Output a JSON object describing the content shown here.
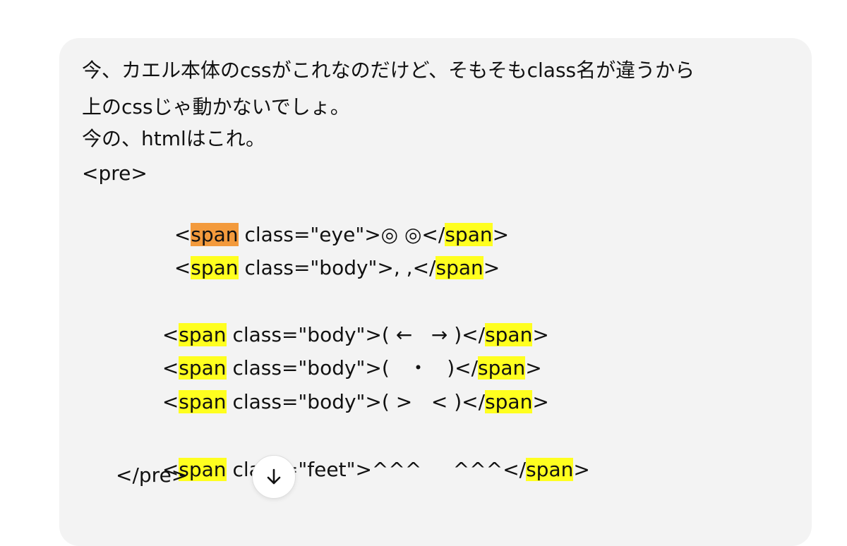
{
  "message": {
    "lines": [
      "今、カエル本体のcssがこれなのだけど、そもそもclass名が違うから",
      "上のcssじゃ動かないでしょ。",
      "今の、htmlはこれ。",
      "<pre>"
    ],
    "code": {
      "eye": {
        "open": "<",
        "tag": "span",
        "attr": " class=\"eye\">◎ ◎</",
        "close": ">"
      },
      "body1": {
        "open": "<",
        "tag": "span",
        "attr": " class=\"body\">, ,</",
        "close": ">"
      },
      "body2": {
        "open": "<",
        "tag": "span",
        "attr": " class=\"body\">( ←   → )</",
        "close": ">"
      },
      "body3": {
        "open": "<",
        "tag": "span",
        "attr": " class=\"body\">(   ・   )</",
        "close": ">"
      },
      "body4": {
        "open": "<",
        "tag": "span",
        "attr": " class=\"body\">( >   < )</",
        "close": ">"
      },
      "feet": {
        "open": "<",
        "tag": "span",
        "attr": " class=\"feet\">^^^     ^^^</",
        "close": ">"
      }
    },
    "pre_close": "</pre>"
  },
  "scroll_button": {
    "icon": "arrow-down-icon"
  },
  "colors": {
    "bubble": "#f3f3f3",
    "highlight": "#ffff1f",
    "highlight_selected": "#f39a3c"
  }
}
